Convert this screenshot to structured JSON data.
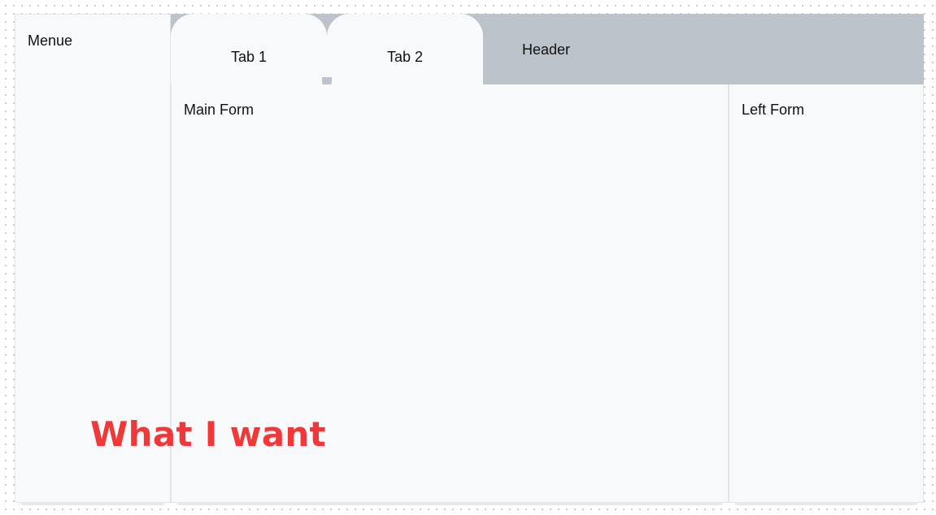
{
  "menu": {
    "title": "Menue"
  },
  "header": {
    "title": "Header",
    "background_color": "#bcc3cb",
    "tabs": [
      {
        "label": "Tab 1"
      },
      {
        "label": "Tab 2"
      }
    ]
  },
  "main_form": {
    "title": "Main Form"
  },
  "left_form": {
    "title": "Left Form"
  },
  "annotation": {
    "text": "What I want",
    "color": "#f03838"
  },
  "colors": {
    "panel_background": "#f8f9fb",
    "panel_border": "#e3e5e9"
  }
}
